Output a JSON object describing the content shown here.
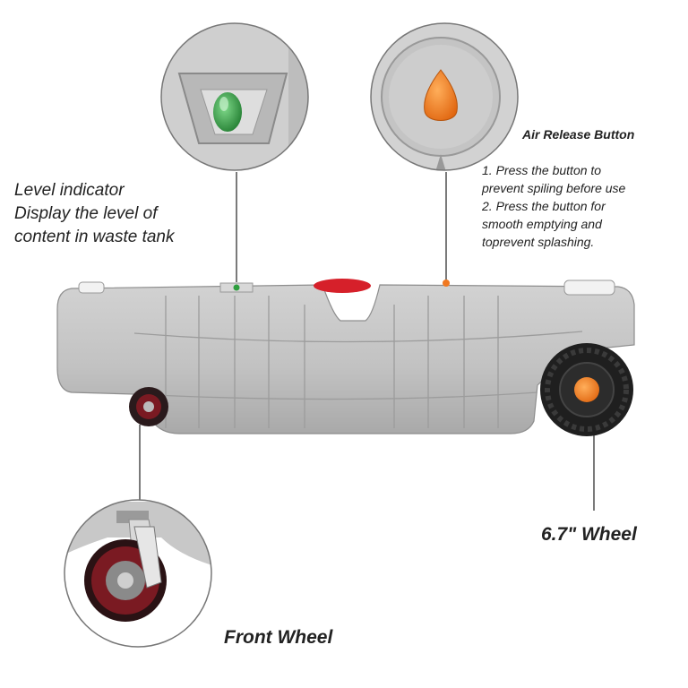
{
  "labels": {
    "level_indicator": {
      "lines": [
        "Level indicator",
        "Display the level of",
        "content in waste tank"
      ]
    },
    "air_release": {
      "title": "Air Release Button",
      "steps": [
        " 1. Press the button to",
        "prevent spiling before use",
        "2. Press the button for",
        "smooth emptying and",
        "toprevent splashing."
      ]
    },
    "wheel": "6.7\" Wheel",
    "front_wheel": "Front Wheel"
  },
  "colors": {
    "tank_gray": "#c3c3c3",
    "level_green": "#2e9e3e",
    "button_orange": "#f07820",
    "cap_red": "#d6202a",
    "wheel_black": "#1f1f1f",
    "caster_maroon": "#7a1a22"
  }
}
